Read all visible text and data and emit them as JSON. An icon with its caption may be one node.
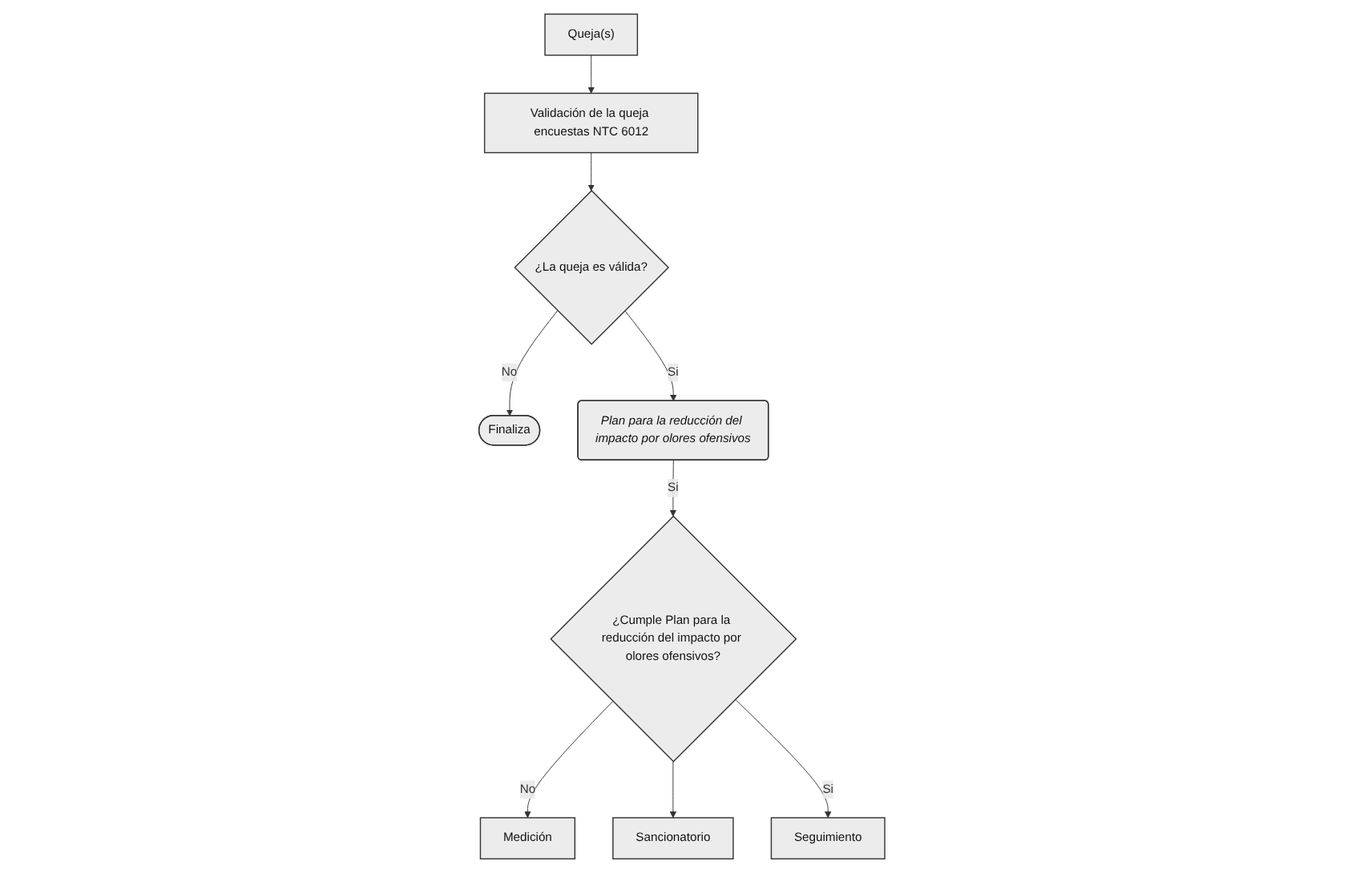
{
  "diagram": {
    "nodes": [
      {
        "text": [
          "Queja(s)"
        ]
      },
      {
        "text": [
          "Validación de la queja encuestas NTC 6012"
        ]
      },
      {
        "text": [
          "¿La queja es válida?"
        ]
      },
      {
        "text": [
          "Finaliza"
        ]
      },
      {
        "text": [
          "Plan para la reducción del impacto por olores ofensivos"
        ]
      },
      {
        "text": [
          "¿Cumple Plan para la reducción del impacto por olores ofensivos?"
        ]
      },
      {
        "text": [
          "Medición"
        ]
      },
      {
        "text": [
          "Sancionatorio"
        ]
      },
      {
        "text": [
          "Seguimiento"
        ]
      }
    ],
    "edges": [
      {
        "from": 0,
        "to": 1,
        "arrow": "to"
      },
      {
        "from": 1,
        "to": 2,
        "arrow": "to"
      },
      {
        "from": 2,
        "to": 3,
        "arrow": "to",
        "label": "No"
      },
      {
        "from": 2,
        "to": 4,
        "arrow": "to",
        "label": "Si"
      },
      {
        "from": 4,
        "to": 5,
        "arrow": "to",
        "label": "Si"
      },
      {
        "from": 5,
        "to": 6,
        "arrow": "to",
        "label": "No"
      },
      {
        "from": 5,
        "to": 7,
        "arrow": "to"
      },
      {
        "from": 5,
        "to": 8,
        "arrow": "to",
        "label": "Si"
      }
    ]
  }
}
